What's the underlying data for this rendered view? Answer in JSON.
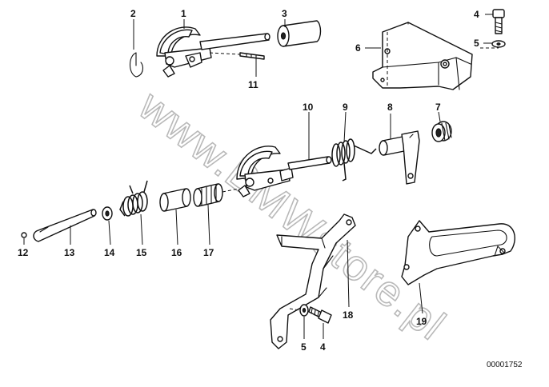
{
  "watermark": "www.BMWstore.pl",
  "diagram_code": "00001752",
  "callouts": {
    "c1": "1",
    "c2": "2",
    "c3": "3",
    "c4a": "4",
    "c5a": "5",
    "c6": "6",
    "c7": "7",
    "c8": "8",
    "c9": "9",
    "c10": "10",
    "c11": "11",
    "c12": "12",
    "c13": "13",
    "c14": "14",
    "c15": "15",
    "c16": "16",
    "c17": "17",
    "c18": "18",
    "c19": "19",
    "c5b": "5",
    "c4b": "4"
  }
}
